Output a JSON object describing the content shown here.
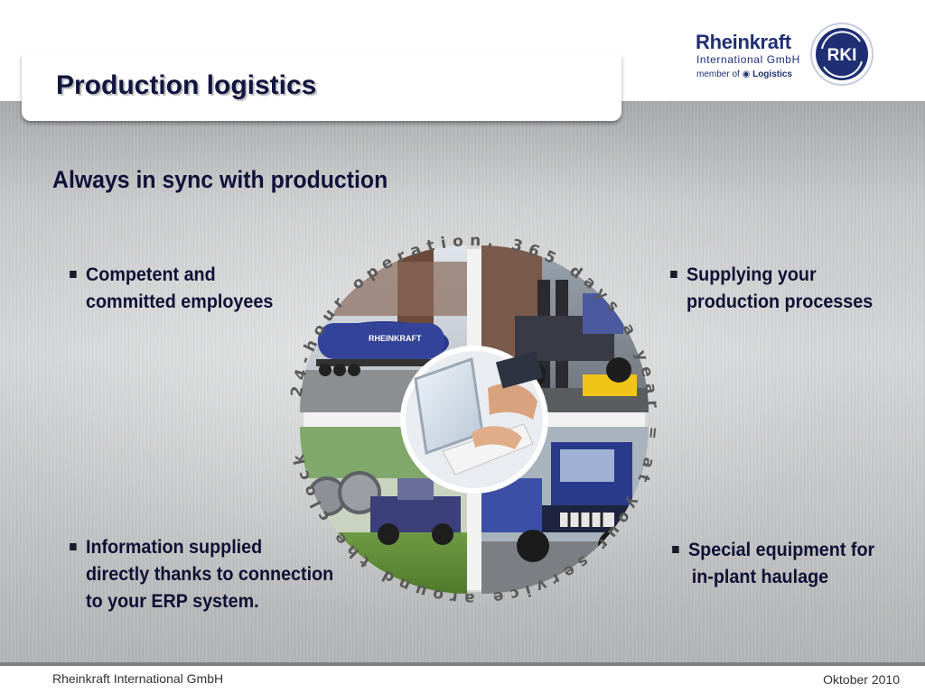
{
  "header": {
    "title": "Production logistics"
  },
  "logo": {
    "name": "Rheinkraft",
    "subtitle": "International GmbH",
    "member_prefix": "member of",
    "member_brand": "Logistics",
    "badge_text": "RKI"
  },
  "main": {
    "subtitle": "Always in sync with production",
    "bullets": [
      {
        "lines": [
          "Competent and",
          "committed employees"
        ]
      },
      {
        "lines": [
          "Supplying your",
          "production processes"
        ]
      },
      {
        "lines": [
          "Information supplied",
          "directly thanks to connection",
          "to your ERP system."
        ]
      },
      {
        "lines": [
          "Special equipment for",
          "in-plant haulage"
        ]
      }
    ],
    "ring_text": "24-hour operation, 365 days a year = at your service around the clock",
    "truck_label": "RHEINKRAFT"
  },
  "footer": {
    "left": "Rheinkraft International GmbH",
    "right": "Oktober 2010"
  },
  "colors": {
    "title": "#11153f",
    "brand_blue": "#1f2f74",
    "ring_text": "#5a5a5a"
  }
}
